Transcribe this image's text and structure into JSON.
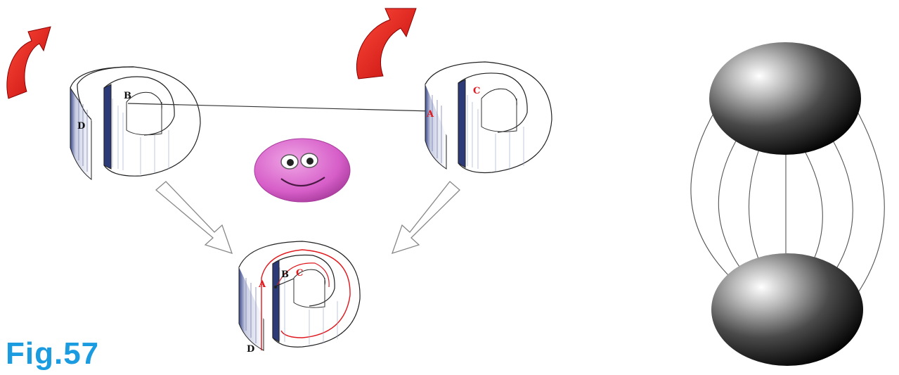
{
  "figure": {
    "caption": "Fig.57",
    "caption_color": "#1b9be0"
  },
  "spiral_left": {
    "label_top": "B",
    "label_side": "D"
  },
  "spiral_right": {
    "label_side": "A",
    "label_top": "C"
  },
  "spiral_combined": {
    "label_a": "A",
    "label_b": "B",
    "label_c": "C",
    "label_d": "D"
  },
  "colors": {
    "accent_red": "#e0191f",
    "smiley_pink": "#d65ec8",
    "sphere_dark": "#111111"
  },
  "icons": {
    "rotation_arrow": "curved-arrow-icon",
    "smiley": "smiley-face-icon"
  }
}
